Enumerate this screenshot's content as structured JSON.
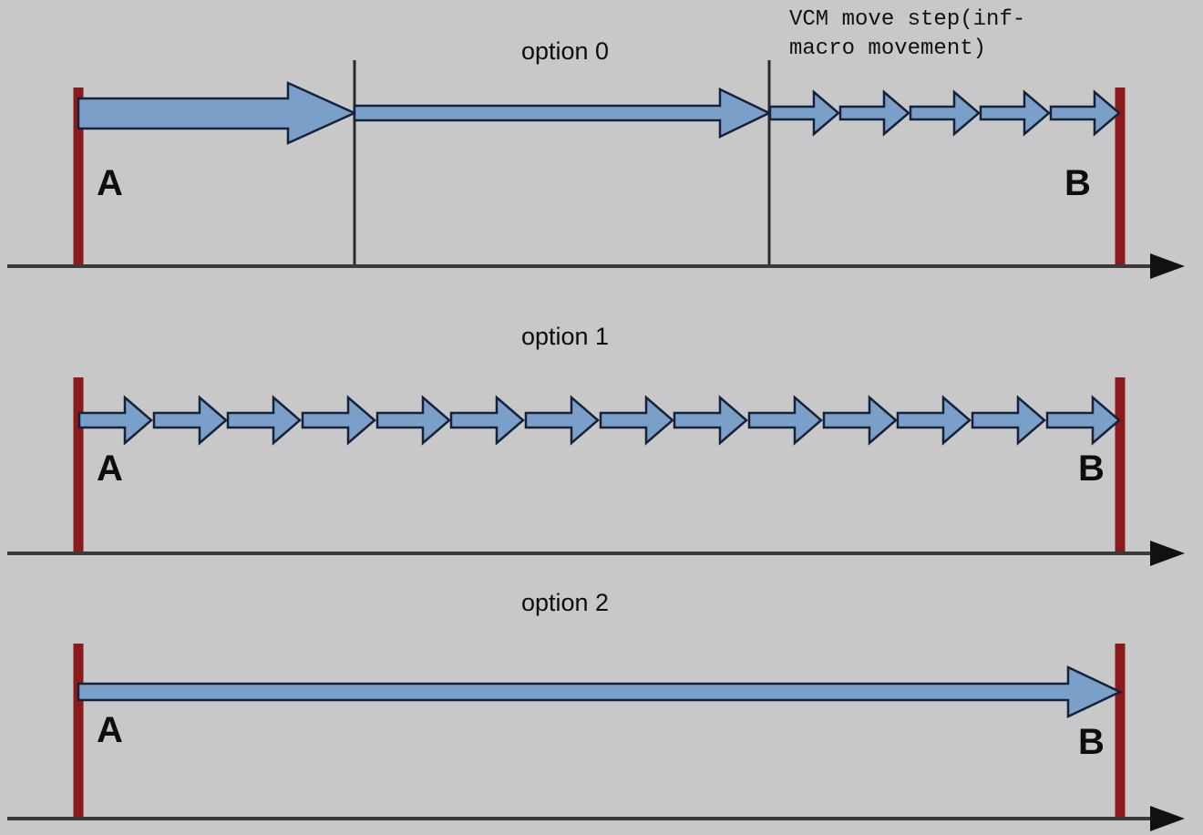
{
  "figure": {
    "title_note": {
      "line1": "VCM move step(inf-",
      "line2": "macro movement)"
    },
    "colors": {
      "background": "#c8c8c8",
      "arrow_fill": "#7a9fc9",
      "arrow_stroke": "#15223a",
      "endpoint_bar": "#8b1a1a",
      "axis": "#3a3a3a",
      "text": "#0d0d0d"
    },
    "start_label": "A",
    "end_label": "B",
    "rows": [
      {
        "id": "option-0",
        "label": "option 0",
        "arrow_count": 7,
        "description": "one large coarse arrow, one long medium arrow, then five small VCM step arrows"
      },
      {
        "id": "option-1",
        "label": "option 1",
        "arrow_count": 14,
        "description": "fourteen equal small step arrows from A to B"
      },
      {
        "id": "option-2",
        "label": "option 2",
        "arrow_count": 1,
        "description": "one single continuous thin arrow from A to B"
      }
    ]
  },
  "chart_data": {
    "type": "diagram",
    "title": "VCM move step(inf-macro movement)",
    "xlabel": "",
    "ylabel": "",
    "categories": [
      "option 0",
      "option 1",
      "option 2"
    ],
    "values": [
      7,
      14,
      1
    ],
    "series": [
      {
        "name": "option 0",
        "segments": [
          {
            "kind": "coarse-block-arrow",
            "x_start": 86,
            "x_end": 389,
            "thickness": 40
          },
          {
            "kind": "medium-arrow",
            "x_start": 389,
            "x_end": 844,
            "thickness": 18
          },
          {
            "kind": "fine-step-arrow",
            "x_start": 844,
            "x_end": 921,
            "thickness": 14
          },
          {
            "kind": "fine-step-arrow",
            "x_start": 921,
            "x_end": 998,
            "thickness": 14
          },
          {
            "kind": "fine-step-arrow",
            "x_start": 998,
            "x_end": 1075,
            "thickness": 14
          },
          {
            "kind": "fine-step-arrow",
            "x_start": 1075,
            "x_end": 1152,
            "thickness": 14
          },
          {
            "kind": "fine-step-arrow",
            "x_start": 1152,
            "x_end": 1229,
            "thickness": 14
          }
        ]
      },
      {
        "name": "option 1",
        "segments": [
          {
            "kind": "fine-step-arrow",
            "count": 14,
            "x_start": 86,
            "x_end": 1229,
            "thickness": 14
          }
        ]
      },
      {
        "name": "option 2",
        "segments": [
          {
            "kind": "single-arrow",
            "x_start": 86,
            "x_end": 1229,
            "thickness": 14
          }
        ]
      }
    ],
    "annotations": [
      {
        "text": "VCM move step(inf-macro movement)",
        "x": 1035,
        "y": 34
      },
      {
        "text": "A",
        "x": 120,
        "y": 205
      },
      {
        "text": "B",
        "x": 1185,
        "y": 205
      }
    ],
    "grid": false,
    "legend": false
  }
}
